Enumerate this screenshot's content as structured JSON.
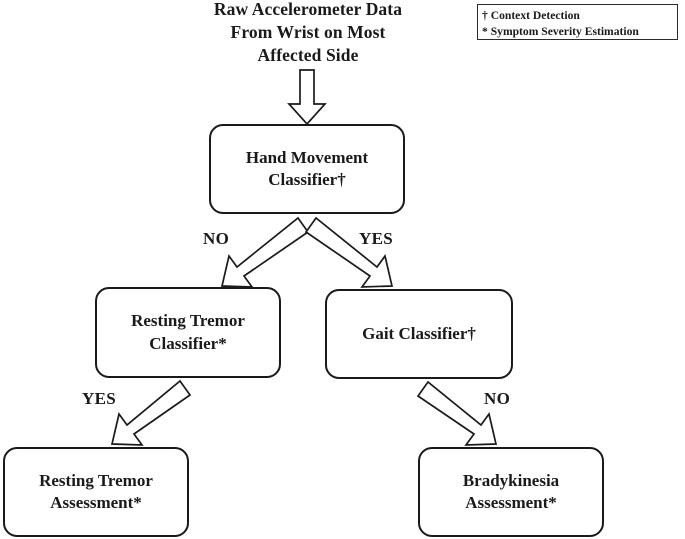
{
  "diagram": {
    "title_lines": [
      "Raw Accelerometer Data",
      "From Wrist on Most",
      "Affected Side"
    ],
    "legend": {
      "line1": "† Context Detection",
      "line2": "* Symptom Severity Estimation"
    },
    "nodes": {
      "hand_movement": {
        "line1": "Hand Movement",
        "line2": "Classifier†"
      },
      "resting_tremor_classifier": {
        "line1": "Resting Tremor",
        "line2": "Classifier*"
      },
      "gait_classifier": {
        "line1": "Gait Classifier†",
        "line2": ""
      },
      "resting_tremor_assessment": {
        "line1": "Resting Tremor",
        "line2": "Assessment*"
      },
      "bradykinesia_assessment": {
        "line1": "Bradykinesia",
        "line2": "Assessment*"
      }
    },
    "edge_labels": {
      "hand_to_tremor": "NO",
      "hand_to_gait": "YES",
      "tremor_to_assessment": "YES",
      "gait_to_bradykinesia": "NO"
    },
    "colors": {
      "ink": "#1a1a1a",
      "background": "#ffffff",
      "arrow_fill": "#ffffff"
    }
  }
}
